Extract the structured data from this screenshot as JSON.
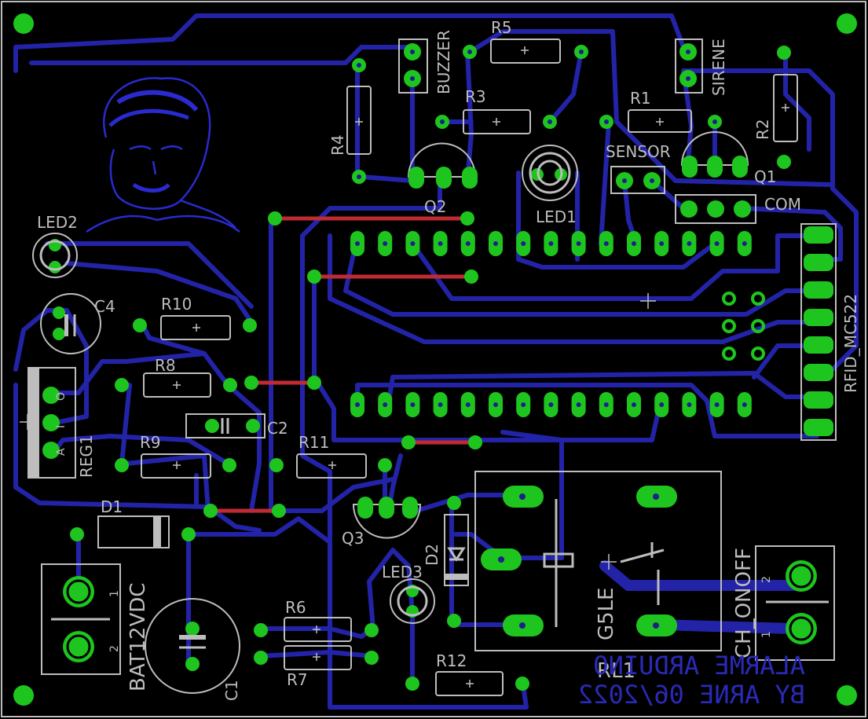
{
  "labels": {
    "buzzer": "BUZZER",
    "sirene": "SIRENE",
    "r5": "R5",
    "r4": "R4",
    "r3": "R3",
    "r1": "R1",
    "r2": "R2",
    "sensor": "SENSOR",
    "q1": "Q1",
    "q2": "Q2",
    "com": "COM",
    "led1": "LED1",
    "led2": "LED2",
    "c4": "C4",
    "r10": "R10",
    "r8": "R8",
    "c2": "C2",
    "reg1": "REG1",
    "r9": "R9",
    "r11": "R11",
    "rfid": "RFID_MC522",
    "d1": "D1",
    "q3": "Q3",
    "d2": "D2",
    "led3": "LED3",
    "bat": "BAT12VDC",
    "r6": "R6",
    "r7": "R7",
    "c1": "C1",
    "r12": "R12",
    "g5le": "G5LE",
    "rl1": "RL1",
    "ch": "CH_ONOFF",
    "reg_pins": [
      "O",
      "I",
      "A"
    ],
    "ch_pins": [
      "2",
      "1"
    ],
    "bat_pins": [
      "1",
      "2"
    ],
    "footer1": "ALARME ARDUINO",
    "footer2": "BY ARNE 06/2022"
  },
  "colors": {
    "background": "#000000",
    "trace": "#2323a8",
    "jumper": "#c02b33",
    "pad": "#1ec51e",
    "silkscreen": "#bdbdbd"
  }
}
